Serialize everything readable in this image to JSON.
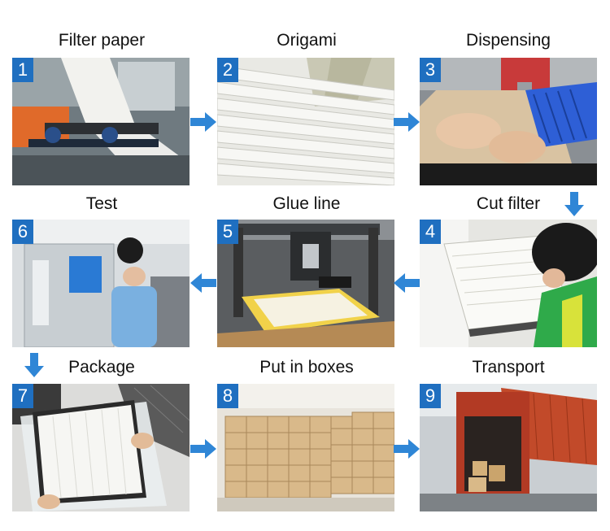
{
  "steps": [
    {
      "number": "1",
      "title": "Filter paper"
    },
    {
      "number": "2",
      "title": "Origami"
    },
    {
      "number": "3",
      "title": "Dispensing"
    },
    {
      "number": "4",
      "title": "Cut filter"
    },
    {
      "number": "5",
      "title": "Glue line"
    },
    {
      "number": "6",
      "title": "Test"
    },
    {
      "number": "7",
      "title": "Package"
    },
    {
      "number": "8",
      "title": "Put in boxes"
    },
    {
      "number": "9",
      "title": "Transport"
    }
  ],
  "colors": {
    "badge": "#1f6fc0",
    "arrow": "#2f86d6"
  }
}
